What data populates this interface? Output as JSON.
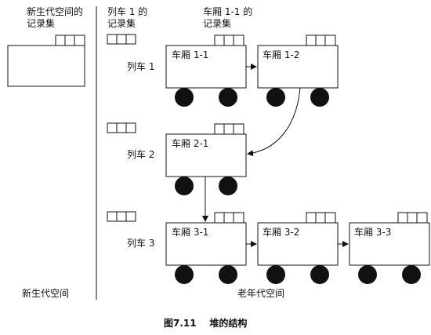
{
  "labels": {
    "young_rs": "新生代空间的\n记录集",
    "train_rs": "列车 1 的\n记录集",
    "car_rs": "车厢 1-1 的\n记录集",
    "train1": "列车 1",
    "train2": "列车 2",
    "train3": "列车 3",
    "young_space": "新生代空间",
    "old_space": "老年代空间",
    "caption": "图7.11    堆的结构"
  },
  "cars": [
    {
      "label": "车厢 1-1"
    },
    {
      "label": "车厢 1-2"
    },
    {
      "label": "车厢 2-1"
    },
    {
      "label": "车厢 3-1"
    },
    {
      "label": "车厢 3-2"
    },
    {
      "label": "车厢 3-3"
    }
  ],
  "colors": {
    "ink": "#111111",
    "wheel": "#111111",
    "background": "#ffffff"
  }
}
